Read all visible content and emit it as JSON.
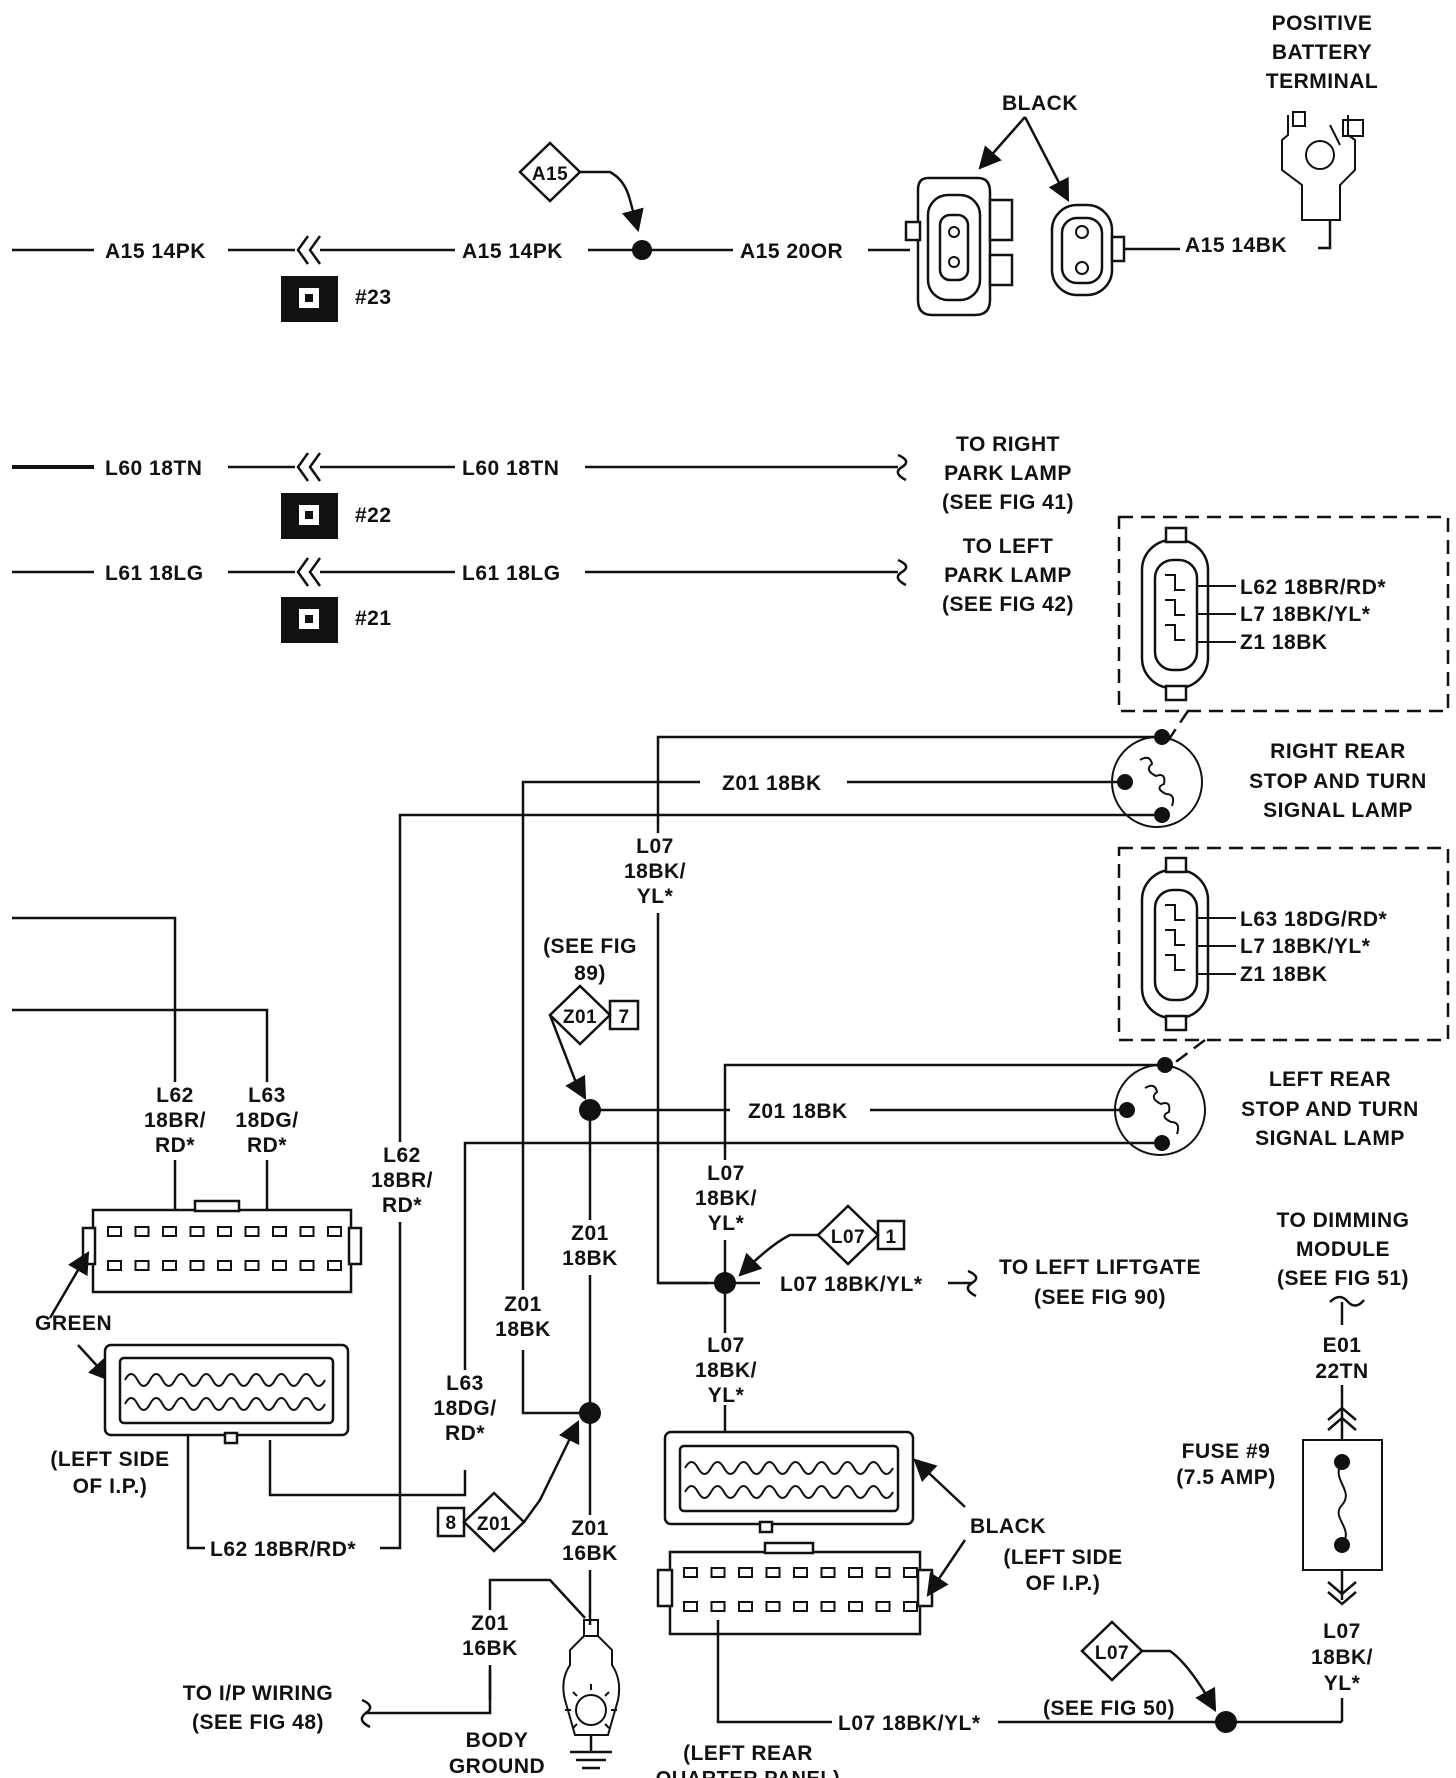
{
  "battery": {
    "lines": [
      "POSITIVE",
      "BATTERY",
      "TERMINAL"
    ]
  },
  "black_top": "BLACK",
  "a15": {
    "wire_left": "A15 14PK",
    "wire_mid": "A15 14PK",
    "wire_right": "A15 20OR",
    "wire_battery": "A15 14BK",
    "splice": "A15",
    "connector": "#23"
  },
  "l60": {
    "left": "L60 18TN",
    "mid": "L60 18TN",
    "connector": "#22",
    "dest": [
      "TO RIGHT",
      "PARK LAMP",
      "(SEE FIG 41)"
    ]
  },
  "l61": {
    "left": "L61 18LG",
    "mid": "L61 18LG",
    "connector": "#21",
    "dest": [
      "TO LEFT",
      "PARK LAMP",
      "(SEE FIG 42)"
    ]
  },
  "right_lamp": {
    "pins": [
      "L62 18BR/RD*",
      "L7 18BK/YL*",
      "Z1 18BK"
    ],
    "label": [
      "RIGHT REAR",
      "STOP AND TURN",
      "SIGNAL LAMP"
    ]
  },
  "left_lamp": {
    "pins": [
      "L63 18DG/RD*",
      "L7 18BK/YL*",
      "Z1 18BK"
    ],
    "label": [
      "LEFT REAR",
      "STOP AND TURN",
      "SIGNAL LAMP"
    ]
  },
  "wires": {
    "z01_right": "Z01 18BK",
    "z01_left": "Z01 18BK",
    "l07_right": [
      "L07",
      "18BK/",
      "YL*"
    ],
    "l07_left": [
      "L07",
      "18BK/",
      "YL*"
    ],
    "l07_lower": [
      "L07",
      "18BK/",
      "YL*"
    ],
    "l07_liftgate": "L07 18BK/YL*",
    "l62_top": [
      "L62",
      "18BR/",
      "RD*"
    ],
    "l63_top": [
      "L63",
      "18DG/",
      "RD*"
    ],
    "l62_mid": [
      "L62",
      "18BR/",
      "RD*"
    ],
    "l63_lower": [
      "L63",
      "18DG/",
      "RD*"
    ],
    "z01_mid": [
      "Z01",
      "18BK"
    ],
    "z01_left_col": [
      "Z01",
      "18BK"
    ],
    "z01_low": [
      "Z01",
      "16BK"
    ],
    "z01_ground": [
      "Z01",
      "16BK"
    ],
    "l62_bottom": "L62 18BR/RD*",
    "l07_bottom": "L07 18BK/YL*",
    "e01": [
      "E01",
      "22TN"
    ],
    "l07_fuse": [
      "L07",
      "18BK/",
      "YL*"
    ]
  },
  "see_fig89": [
    "(SEE FIG",
    "89)"
  ],
  "splices": {
    "z01_top": {
      "id": "Z01",
      "num": "7"
    },
    "l07": {
      "id": "L07",
      "num": "1"
    },
    "z01_bottom": {
      "id": "Z01",
      "num": "8"
    },
    "l07_fuse": {
      "id": "L07"
    }
  },
  "liftgate": [
    "TO LEFT LIFTGATE",
    "(SEE FIG 90)"
  ],
  "dimming": [
    "TO DIMMING",
    "MODULE",
    "(SEE FIG 51)"
  ],
  "fuse": [
    "FUSE #9",
    "(7.5 AMP)"
  ],
  "green": "GREEN",
  "left_ip": [
    "(LEFT SIDE",
    "OF I.P.)"
  ],
  "black_bottom": "BLACK",
  "right_ip": [
    "(LEFT SIDE",
    "OF I.P.)"
  ],
  "ip_wiring": [
    "TO I/P WIRING",
    "(SEE FIG 48)"
  ],
  "body_ground": [
    "BODY",
    "GROUND"
  ],
  "rear_quarter": [
    "(LEFT REAR",
    "QUARTER PANEL)"
  ],
  "see_fig50": "(SEE FIG 50)"
}
